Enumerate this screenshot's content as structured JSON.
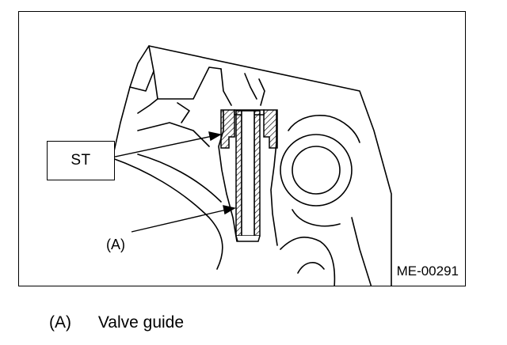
{
  "figure": {
    "labels": {
      "st": "ST",
      "a": "(A)",
      "code": "ME-00291"
    },
    "legend": [
      {
        "key": "(A)",
        "text": "Valve guide"
      }
    ]
  }
}
